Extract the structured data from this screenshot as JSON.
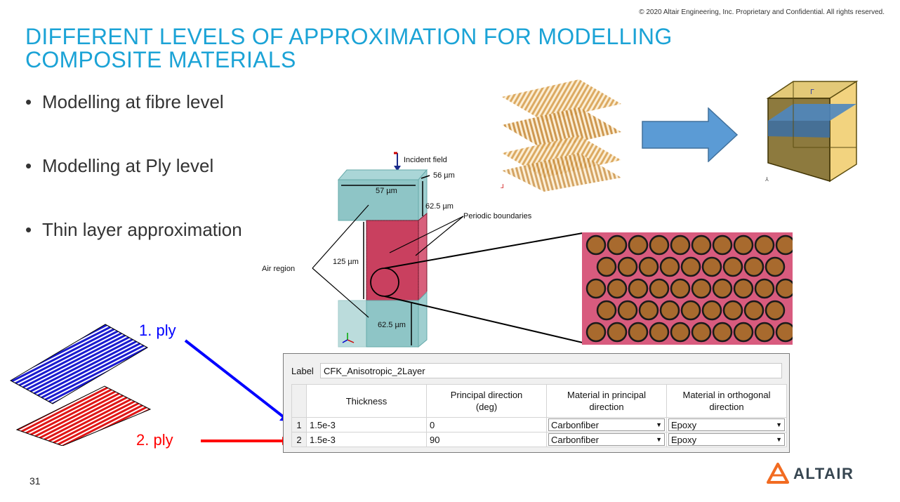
{
  "copyright": "© 2020 Altair Engineering, Inc. Proprietary and Confidential. All rights reserved.",
  "title": "DIFFERENT LEVELS OF APPROXIMATION FOR MODELLING COMPOSITE MATERIALS",
  "bullets": [
    "Modelling at fibre level",
    "Modelling at Ply level",
    "Thin layer approximation"
  ],
  "diagram": {
    "incident_field": "Incident field",
    "dim_56": "56 µm",
    "dim_57": "57 µm",
    "dim_62_top": "62.5 µm",
    "periodic": "Periodic boundaries",
    "dim_125": "125 µm",
    "air_region": "Air region",
    "dim_62_bottom": "62.5 µm"
  },
  "plies": {
    "ply1": "1. ply",
    "ply2": "2. ply",
    "ply1_color": "#0000ff",
    "ply2_color": "#ff0000"
  },
  "dialog": {
    "label_caption": "Label",
    "label_value": "CFK_Anisotropic_2Layer",
    "headers": [
      "Thickness",
      "Principal direction (deg)",
      "Material in principal direction",
      "Material in orthogonal direction"
    ],
    "rows": [
      {
        "num": "1",
        "thickness": "1.5e-3",
        "direction": "0",
        "principal": "Carbonfiber",
        "orthogonal": "Epoxy"
      },
      {
        "num": "2",
        "thickness": "1.5e-3",
        "direction": "90",
        "principal": "Carbonfiber",
        "orthogonal": "Epoxy"
      }
    ]
  },
  "page_number": "31",
  "logo": {
    "text": "ALTAIR",
    "color": "#f26b21"
  },
  "accent_color": "#1ba3d6"
}
